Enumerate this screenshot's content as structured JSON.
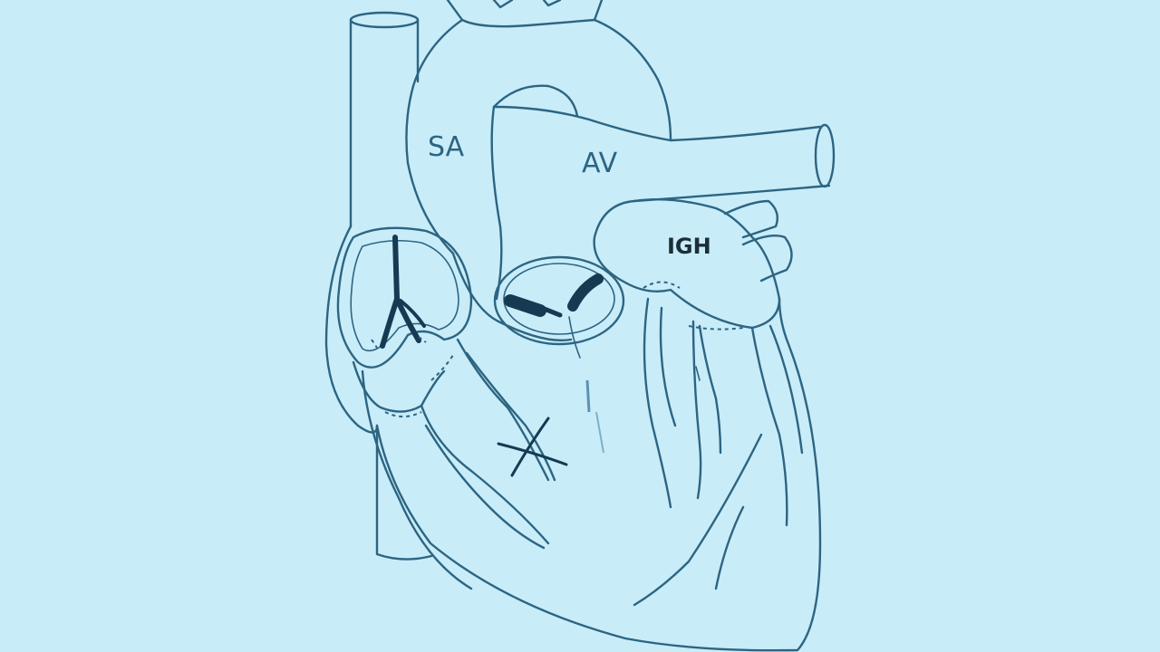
{
  "diagram": {
    "labels": {
      "sa": "SA",
      "av": "AV",
      "igh": "IGH"
    },
    "colors": {
      "background": "#c9ecf9",
      "line": "#2c6582",
      "dark_mark": "#163a52"
    }
  }
}
